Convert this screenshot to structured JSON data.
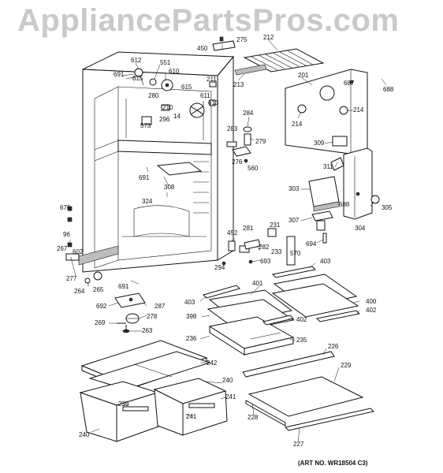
{
  "watermark": "AppliancePartsPros.com",
  "art_number": "(ART NO. WR18504 C3)",
  "part_labels": {
    "p612": "612",
    "p551": "551",
    "p691a": "691",
    "p615a": "615",
    "p610": "610",
    "p615b": "615",
    "p211": "211",
    "p611": "611",
    "p280": "280",
    "p210": "210",
    "p14": "14",
    "p613": "613",
    "p573": "573",
    "p296": "296",
    "p450": "450",
    "p275": "275",
    "p212": "212",
    "p213": "213",
    "p201": "201",
    "p687": "687",
    "p688a": "688",
    "p214a": "214",
    "p214b": "214",
    "p284": "284",
    "p283": "283",
    "p279": "279",
    "p276": "276",
    "p560": "560",
    "p309": "309",
    "p311": "311",
    "p303": "303",
    "p688b": "688",
    "p305": "305",
    "p304": "304",
    "p307": "307",
    "p694": "694",
    "p691b": "691",
    "p308": "308",
    "p324": "324",
    "p676": "676",
    "p96": "96",
    "p267": "267",
    "p602": "602",
    "p277": "277",
    "p264": "264",
    "p265": "265",
    "p691c": "691",
    "p452": "452",
    "p281": "281",
    "p231": "231",
    "p282": "282",
    "p233": "233",
    "p570": "570",
    "p693": "693",
    "p294": "294",
    "p403a": "403",
    "p401": "401",
    "p403b": "403",
    "p400": "400",
    "p402a": "402",
    "p398": "398",
    "p402b": "402",
    "p692": "692",
    "p287": "287",
    "p278": "278",
    "p269": "269",
    "p263": "263",
    "p236": "236",
    "p235": "235",
    "p226": "226",
    "p242": "242",
    "p229": "229",
    "p240a": "240",
    "p241a": "241",
    "p239": "239",
    "p241b": "241",
    "p240b": "240",
    "p228": "228",
    "p227": "227"
  }
}
